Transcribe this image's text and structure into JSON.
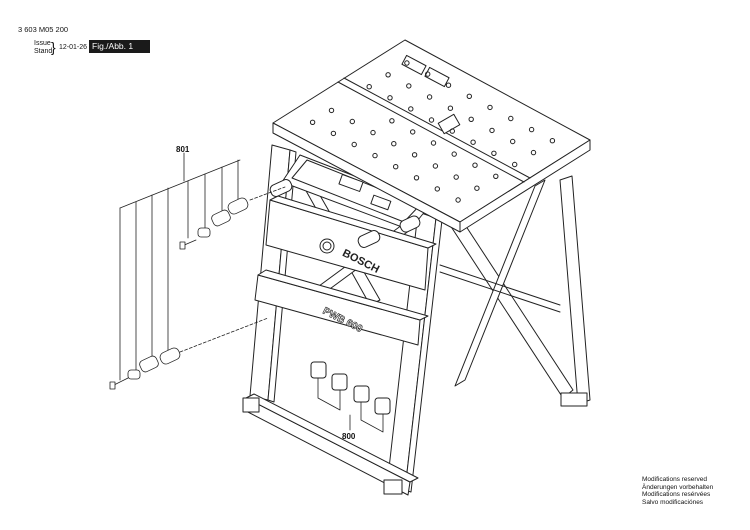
{
  "header": {
    "part_number": "3 603 M05 200",
    "issue_label": "Issue",
    "stand_label": "Stand",
    "date": "12-01-26",
    "figure_label": "Fig./Abb. 1"
  },
  "callouts": {
    "accessory_set": "801",
    "clamp_set": "800"
  },
  "brand_text": "BOSCH",
  "model_text": "PWB 600",
  "footer": {
    "lines": [
      "Modifications reserved",
      "Änderungen vorbehalten",
      "Modifications resérvées",
      "Salvo modificaciónes"
    ]
  }
}
